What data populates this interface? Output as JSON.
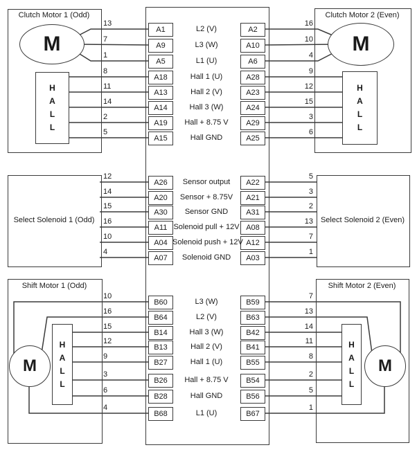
{
  "motor_letter": "M",
  "hall_letters": [
    "H",
    "A",
    "L",
    "L"
  ],
  "colors": {
    "line": "#3a3a3a",
    "background": "#ffffff",
    "text": "#1a1a1a"
  },
  "clutch": {
    "left_title": "Clutch Motor 1 (Odd)",
    "right_title": "Clutch Motor 2 (Even)",
    "rows": [
      {
        "left_wire": "13",
        "left_pin": "A1",
        "label": "L2 (V)",
        "right_pin": "A2",
        "right_wire": "16"
      },
      {
        "left_wire": "7",
        "left_pin": "A9",
        "label": "L3 (W)",
        "right_pin": "A10",
        "right_wire": "10"
      },
      {
        "left_wire": "1",
        "left_pin": "A5",
        "label": "L1 (U)",
        "right_pin": "A6",
        "right_wire": "4"
      },
      {
        "left_wire": "8",
        "left_pin": "A18",
        "label": "Hall 1 (U)",
        "right_pin": "A28",
        "right_wire": "9"
      },
      {
        "left_wire": "11",
        "left_pin": "A13",
        "label": "Hall 2 (V)",
        "right_pin": "A23",
        "right_wire": "12"
      },
      {
        "left_wire": "14",
        "left_pin": "A14",
        "label": "Hall 3 (W)",
        "right_pin": "A24",
        "right_wire": "15"
      },
      {
        "left_wire": "2",
        "left_pin": "A19",
        "label": "Hall + 8.75 V",
        "right_pin": "A29",
        "right_wire": "3"
      },
      {
        "left_wire": "5",
        "left_pin": "A15",
        "label": "Hall GND",
        "right_pin": "A25",
        "right_wire": "6"
      }
    ]
  },
  "select": {
    "left_title": "Select Solenoid 1 (Odd)",
    "right_title": "Select Solenoid 2 (Even)",
    "rows": [
      {
        "left_wire": "12",
        "left_pin": "A26",
        "label": "Sensor output",
        "right_pin": "A22",
        "right_wire": "5"
      },
      {
        "left_wire": "14",
        "left_pin": "A20",
        "label": "Sensor + 8.75V",
        "right_pin": "A21",
        "right_wire": "3"
      },
      {
        "left_wire": "15",
        "left_pin": "A30",
        "label": "Sensor GND",
        "right_pin": "A31",
        "right_wire": "2"
      },
      {
        "left_wire": "16",
        "left_pin": "A11",
        "label": "Solenoid pull + 12V",
        "right_pin": "A08",
        "right_wire": "13"
      },
      {
        "left_wire": "10",
        "left_pin": "A04",
        "label": "Solenoid push + 12V",
        "right_pin": "A12",
        "right_wire": "7"
      },
      {
        "left_wire": "4",
        "left_pin": "A07",
        "label": "Solenoid GND",
        "right_pin": "A03",
        "right_wire": "1"
      }
    ]
  },
  "shift": {
    "left_title": "Shift Motor 1 (Odd)",
    "right_title": "Shift Motor 2 (Even)",
    "rows": [
      {
        "left_wire": "10",
        "left_pin": "B60",
        "label": "L3 (W)",
        "right_pin": "B59",
        "right_wire": "7"
      },
      {
        "left_wire": "16",
        "left_pin": "B64",
        "label": "L2 (V)",
        "right_pin": "B63",
        "right_wire": "13"
      },
      {
        "left_wire": "15",
        "left_pin": "B14",
        "label": "Hall 3 (W)",
        "right_pin": "B42",
        "right_wire": "14"
      },
      {
        "left_wire": "12",
        "left_pin": "B13",
        "label": "Hall 2 (V)",
        "right_pin": "B41",
        "right_wire": "11"
      },
      {
        "left_wire": "9",
        "left_pin": "B27",
        "label": "Hall 1 (U)",
        "right_pin": "B55",
        "right_wire": "8"
      },
      {
        "left_wire": "3",
        "left_pin": "B26",
        "label": "Hall + 8.75 V",
        "right_pin": "B54",
        "right_wire": "2"
      },
      {
        "left_wire": "6",
        "left_pin": "B28",
        "label": "Hall GND",
        "right_pin": "B56",
        "right_wire": "5"
      },
      {
        "left_wire": "4",
        "left_pin": "B68",
        "label": "L1 (U)",
        "right_pin": "B67",
        "right_wire": "1"
      }
    ]
  }
}
